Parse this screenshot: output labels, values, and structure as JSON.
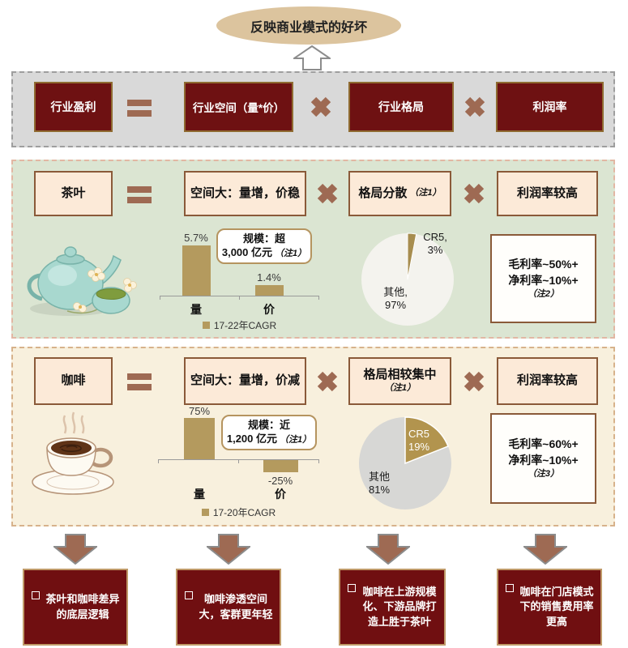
{
  "header": {
    "bubble": "反映商业模式的好坏"
  },
  "formula": {
    "result": "行业盈利",
    "space": "行业空间（量*价）",
    "structure": "行业格局",
    "margin": "利润率"
  },
  "tea": {
    "label": "茶叶",
    "space": "空间大：量增，价稳",
    "structure": "格局分散",
    "structure_note": "（注1）",
    "margin": "利润率较高",
    "scale_line1": "规模：超",
    "scale_line2": "3,000 亿元",
    "scale_note": "（注1）",
    "bar": {
      "v1": "5.7%",
      "v2": "1.4%",
      "c1": "量",
      "c2": "价",
      "legend": "17-22年CAGR"
    },
    "pie": {
      "s1a": "CR5,",
      "s1b": "3%",
      "s2a": "其他,",
      "s2b": "97%"
    },
    "margin_line1": "毛利率~50%+",
    "margin_line2": "净利率~10%+",
    "margin_note": "（注2）"
  },
  "coffee": {
    "label": "咖啡",
    "space": "空间大：量增，价减",
    "structure": "格局相较集中",
    "structure_note": "（注1）",
    "margin": "利润率较高",
    "scale_line1": "规模：近",
    "scale_line2": "1,200 亿元",
    "scale_note": "（注1）",
    "bar": {
      "v1": "75%",
      "v2": "-25%",
      "c1": "量",
      "c2": "价",
      "legend": "17-20年CAGR"
    },
    "pie": {
      "s1a": "CR5",
      "s1b": "19%",
      "s2a": "其他",
      "s2b": "81%"
    },
    "margin_line1": "毛利率~60%+",
    "margin_line2": "净利率~10%+",
    "margin_note": "（注3）"
  },
  "conclusions": {
    "c1": "茶叶和咖啡差异的底层逻辑",
    "c2": "咖啡渗透空间大，客群更年轻",
    "c3": "咖啡在上游规模化、下游品牌打造上胜于茶叶",
    "c4": "咖啡在门店模式下的销售费用率更高"
  },
  "colors": {
    "maroon_box": "#6e1112",
    "maroon_border_gold": "#8f6b31",
    "conclusion_border_tan": "#bf9968",
    "cream_box": "#fcead8",
    "brown_border": "#8a5a39",
    "operator_brown": "#9e6a53",
    "bar_tan": "#b49a5e",
    "tea_row_bg": "#dbe5d2",
    "coffee_row_bg": "#f8f0dd",
    "gray_row_bg": "#d9d9d9",
    "tea_pie_other": "#f4f3ee",
    "tea_pie_cr5": "#a78d4f",
    "coffee_pie_other": "#d7d7d5",
    "coffee_pie_cr5": "#b2944e",
    "bubble_tan": "#dcc49e"
  },
  "chart_data": [
    {
      "type": "bar",
      "row": "茶叶",
      "categories": [
        "量",
        "价"
      ],
      "values": [
        5.7,
        1.4
      ],
      "unit": "%",
      "legend": "17-22年CAGR",
      "annotation": "规模：超 3,000 亿元（注1）"
    },
    {
      "type": "pie",
      "row": "茶叶",
      "labels": [
        "CR5",
        "其他"
      ],
      "values": [
        3,
        97
      ],
      "unit": "%"
    },
    {
      "type": "bar",
      "row": "咖啡",
      "categories": [
        "量",
        "价"
      ],
      "values": [
        75,
        -25
      ],
      "unit": "%",
      "legend": "17-20年CAGR",
      "annotation": "规模：近 1,200 亿元（注1）"
    },
    {
      "type": "pie",
      "row": "咖啡",
      "labels": [
        "CR5",
        "其他"
      ],
      "values": [
        19,
        81
      ],
      "unit": "%"
    }
  ]
}
